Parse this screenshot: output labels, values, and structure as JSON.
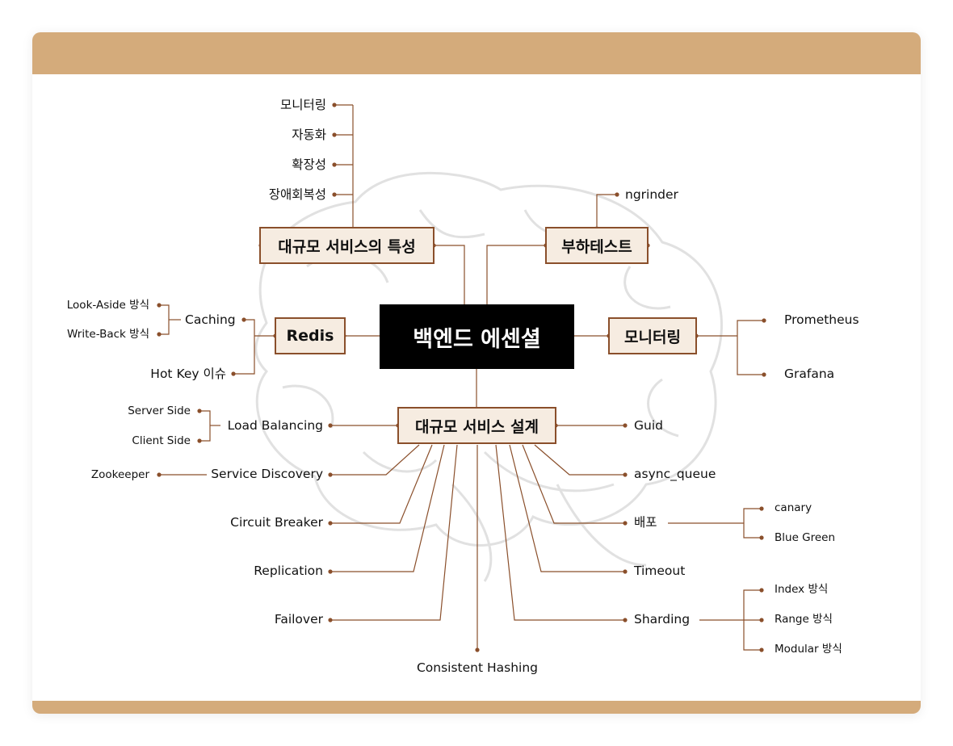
{
  "center": "백엔드 에센셜",
  "branches": {
    "characteristics": {
      "title": "대규모 서비스의 특성",
      "items": [
        "모니터링",
        "자동화",
        "확장성",
        "장애회복성"
      ]
    },
    "load_test": {
      "title": "부하테스트",
      "items": [
        "ngrinder"
      ]
    },
    "redis": {
      "title": "Redis",
      "caching": "Caching",
      "caching_items": [
        "Look-Aside 방식",
        "Write-Back 방식"
      ],
      "hotkey": "Hot Key 이슈"
    },
    "monitoring": {
      "title": "모니터링",
      "items": [
        "Prometheus",
        "Grafana"
      ]
    },
    "design": {
      "title": "대규모 서비스 설계",
      "left": {
        "load_balancing": "Load Balancing",
        "lb_items": [
          "Server Side",
          "Client Side"
        ],
        "service_discovery": "Service Discovery",
        "sd_items": [
          "Zookeeper"
        ],
        "circuit_breaker": "Circuit Breaker",
        "replication": "Replication",
        "failover": "Failover"
      },
      "bottom": "Consistent Hashing",
      "right": {
        "guid": "Guid",
        "async_queue": "async_queue",
        "deploy": "배포",
        "deploy_items": [
          "canary",
          "Blue Green"
        ],
        "timeout": "Timeout",
        "sharding": "Sharding",
        "sharding_items": [
          "Index 방식",
          "Range 방식",
          "Modular 방식"
        ]
      }
    }
  },
  "colors": {
    "band": "#d4ab7b",
    "line": "#8a4f2b",
    "box_fill": "#f6ece1",
    "center_fill": "#000000"
  },
  "background_icon": "brain-sketch-icon"
}
